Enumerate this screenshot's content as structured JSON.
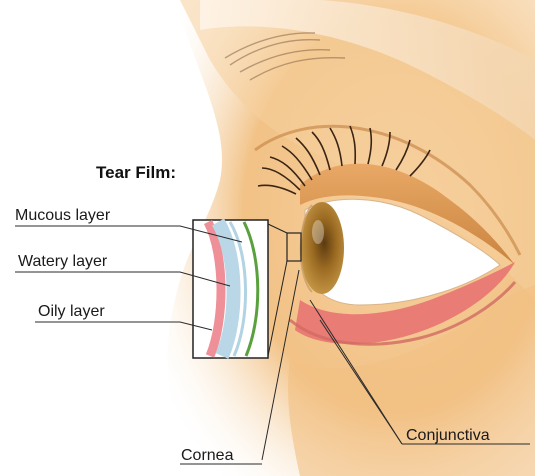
{
  "title": "Tear Film:",
  "labels": {
    "mucous": "Mucous layer",
    "watery": "Watery layer",
    "oily": "Oily layer",
    "cornea": "Cornea",
    "conjunctiva": "Conjunctiva"
  },
  "colors": {
    "skin_light": "#fbe2c2",
    "skin_mid": "#f2c488",
    "skin_dark": "#e3a35c",
    "iris": "#a87a30",
    "sclera": "#ffffff",
    "conjunctiva": "#e8756f",
    "mucous_layer": "#58a13c",
    "watery_layer": "#b9d7e6",
    "oily_layer": "#ef8f98",
    "leader_line": "#2a2a2a"
  }
}
